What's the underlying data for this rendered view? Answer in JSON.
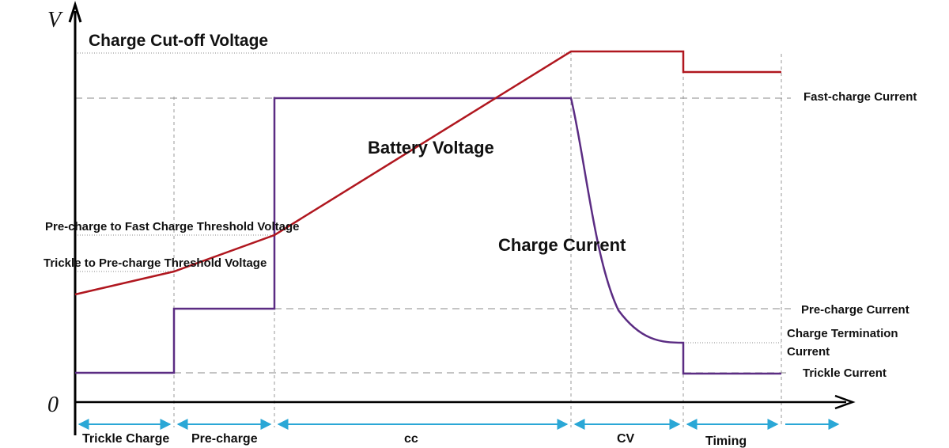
{
  "axes": {
    "y_label": "V",
    "origin_label": "0"
  },
  "labels": {
    "cutoff_voltage": "Charge Cut-off Voltage",
    "battery_voltage": "Battery Voltage",
    "charge_current": "Charge Current",
    "precharge_fast_threshold": "Pre-charge  to  Fast Charge Threshold Voltage",
    "trickle_precharge_threshold": "Trickle to Pre-charge Threshold Voltage",
    "fast_charge_current": "Fast-charge Current",
    "precharge_current": "Pre-charge Current",
    "termination_current_line1": "Charge Termination",
    "termination_current_line2": "Current",
    "trickle_current": "Trickle Current"
  },
  "phases": {
    "trickle": "Trickle Charge",
    "precharge": "Pre-charge",
    "cc": "cc",
    "cv": "CV",
    "timing": "Timing"
  },
  "colors": {
    "voltage_curve": "#b0171f",
    "current_curve": "#5b2c83",
    "phase_arrows": "#2aa7d6",
    "axis": "#000000",
    "guides": "#888888"
  }
}
